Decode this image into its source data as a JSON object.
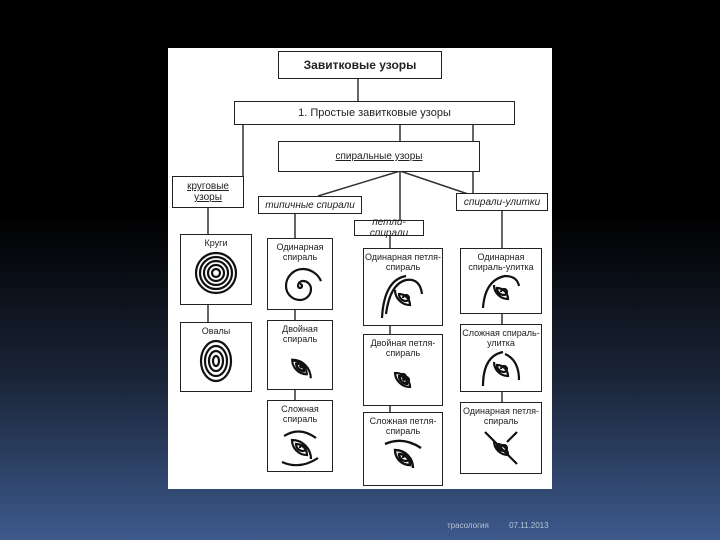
{
  "diagram": {
    "title": "Завитковые узоры",
    "level1": "1. Простые завитковые узоры",
    "spiral_patterns": "спиральные узоры",
    "round_patterns": "круговые узоры",
    "typical_spirals": "типичные спирали",
    "loop_spirals": "петли-спирали",
    "snail_spirals": "спирали-улитки",
    "cells": {
      "circles": "Круги",
      "ovals": "Овалы",
      "single_spiral": "Одинарная спираль",
      "double_spiral": "Двойная спираль",
      "complex_spiral": "Сложная спираль",
      "single_loop_spiral": "Одинарная петля-спираль",
      "double_loop_spiral": "Двойная петля-спираль",
      "complex_loop_spiral": "Сложная петля-спираль",
      "single_snail": "Одинарная спираль-улитка",
      "complex_snail": "Сложная спираль-улитка",
      "single_loop_spiral_2": "Одинарная петля-спираль"
    }
  },
  "footer": {
    "subject": "трасология",
    "date": "07.11.2013"
  }
}
